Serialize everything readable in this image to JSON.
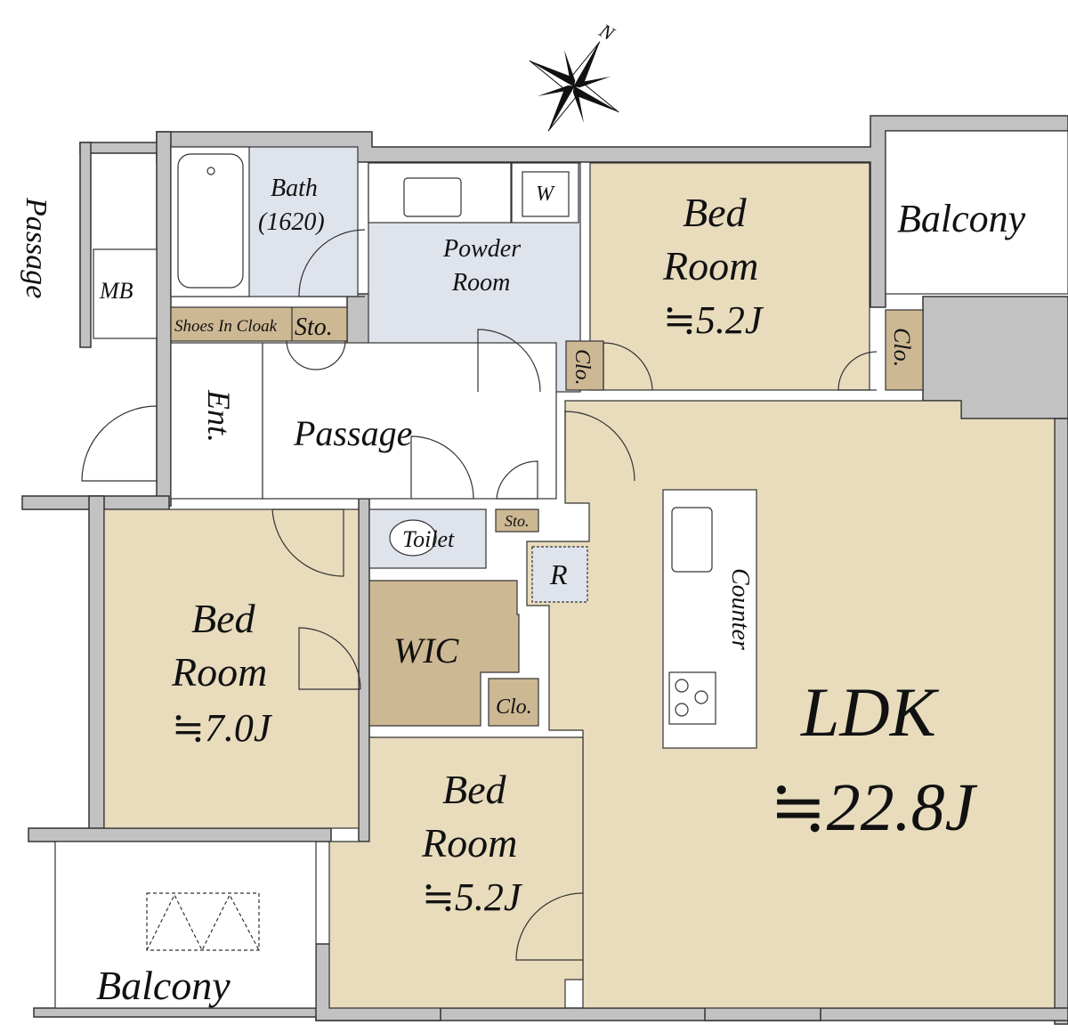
{
  "compass": {
    "north_label": "N"
  },
  "colors": {
    "living": "#e8dcbd",
    "storage": "#cdb894",
    "wet": "#dfe3ec",
    "wall": "#c2c2c2"
  },
  "labels": {
    "passage_outside": "Passage",
    "mb": "MB",
    "bath_1": "Bath",
    "bath_2": "(1620)",
    "washer": "W",
    "powder_1": "Powder",
    "powder_2": "Room",
    "bed_ne_1": "Bed",
    "bed_ne_2": "Room",
    "bed_ne_3": "≒5.2J",
    "balcony_ne": "Balcony",
    "clo_ne": "Clo.",
    "clo_n": "Clo.",
    "shoes": "Shoes In Cloak",
    "sto_ent": "Sto.",
    "ent": "Ent.",
    "passage": "Passage",
    "toilet": "Toilet",
    "sto_small": "Sto.",
    "r": "R",
    "wic": "WIC",
    "clo_s": "Clo.",
    "bed_w_1": "Bed",
    "bed_w_2": "Room",
    "bed_w_3": "≒7.0J",
    "bed_s_1": "Bed",
    "bed_s_2": "Room",
    "bed_s_3": "≒5.2J",
    "counter": "Counter",
    "ldk_1": "LDK",
    "ldk_2": "≒22.8J",
    "balcony_sw": "Balcony"
  }
}
